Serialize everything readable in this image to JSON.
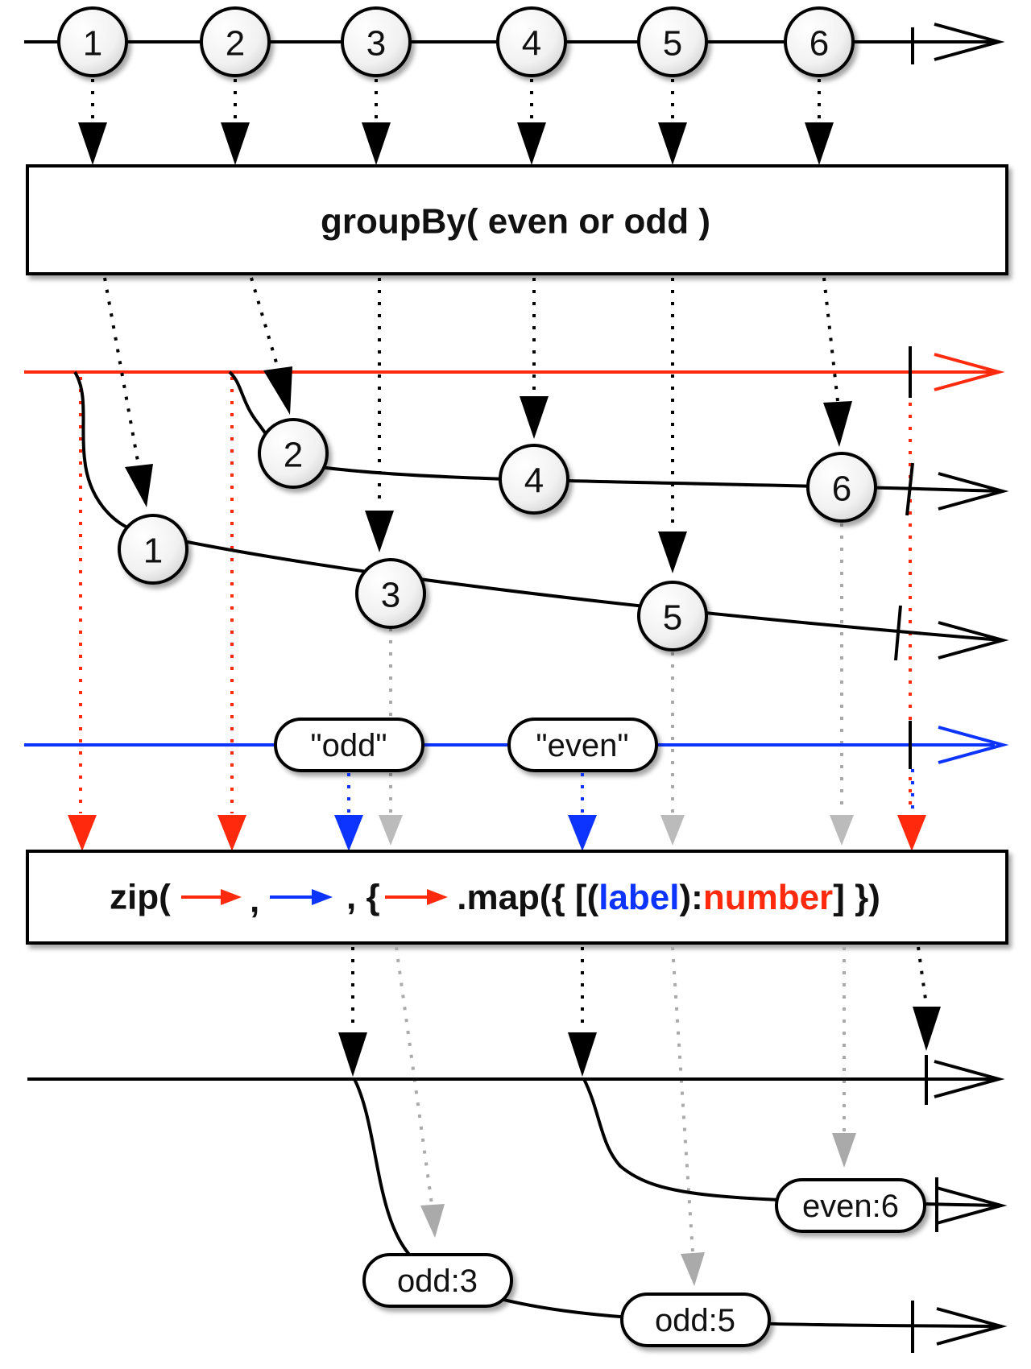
{
  "source": {
    "values": [
      "1",
      "2",
      "3",
      "4",
      "5",
      "6"
    ]
  },
  "group_by": {
    "label": "groupBy( even or odd )"
  },
  "groups": {
    "even": {
      "values": [
        "2",
        "4",
        "6"
      ]
    },
    "odd": {
      "values": [
        "1",
        "3",
        "5"
      ]
    }
  },
  "labels": {
    "values": [
      "\"odd\"",
      "\"even\""
    ]
  },
  "zip": {
    "prefix": "zip(",
    "sep1": ",",
    "sep2": ", {",
    "map_prefix": " .map({ [(",
    "label_word": "label",
    "colon": "):",
    "number_word": "number",
    "suffix": "] })"
  },
  "results": {
    "odd": {
      "values": [
        "odd:3",
        "odd:5"
      ]
    },
    "even": {
      "values": [
        "even:6"
      ]
    }
  },
  "colors": {
    "black": "#000000",
    "red": "#ff2a0d",
    "blue": "#0d33ff",
    "gray": "#aaaaaa"
  }
}
